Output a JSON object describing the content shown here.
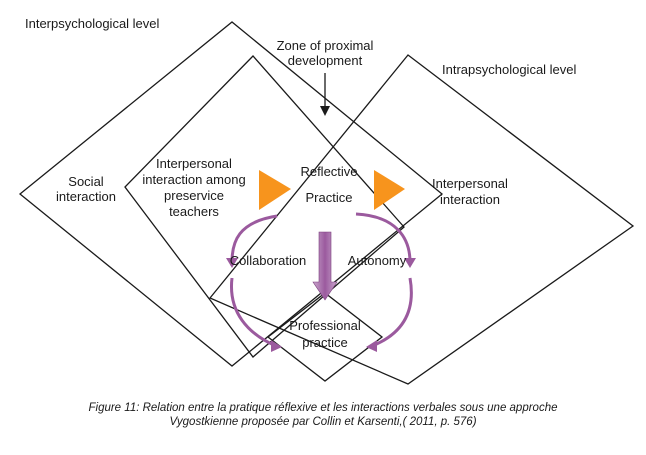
{
  "labels": {
    "interpsychological_level": "Interpsychological level",
    "intrapsychological_level": "Intrapsychological level",
    "zone_line1": "Zone of proximal",
    "zone_line2": "development",
    "social_line1": "Social",
    "social_line2": "interaction",
    "peers_line1": "Interpersonal",
    "peers_line2": "interaction among",
    "peers_line3": "preservice",
    "peers_line4": "teachers",
    "reflective_line1": "Reflective",
    "reflective_line2": "Practice",
    "interpersonal_line1": "Interpersonal",
    "interpersonal_line2": "interaction",
    "collaboration": "Collaboration",
    "autonomy": "Autonomy",
    "professional_line1": "Professional",
    "professional_line2": "practice"
  },
  "caption": {
    "line1": "Figure 11: Relation entre la pratique réflexive et les interactions verbales sous une approche",
    "line2": "Vygostkienne proposée par Collin et Karsenti,( 2011, p. 576)"
  },
  "colors": {
    "triangle": "#f7941d",
    "arrow": "#9b5a9e",
    "line": "#1a1a1a"
  }
}
